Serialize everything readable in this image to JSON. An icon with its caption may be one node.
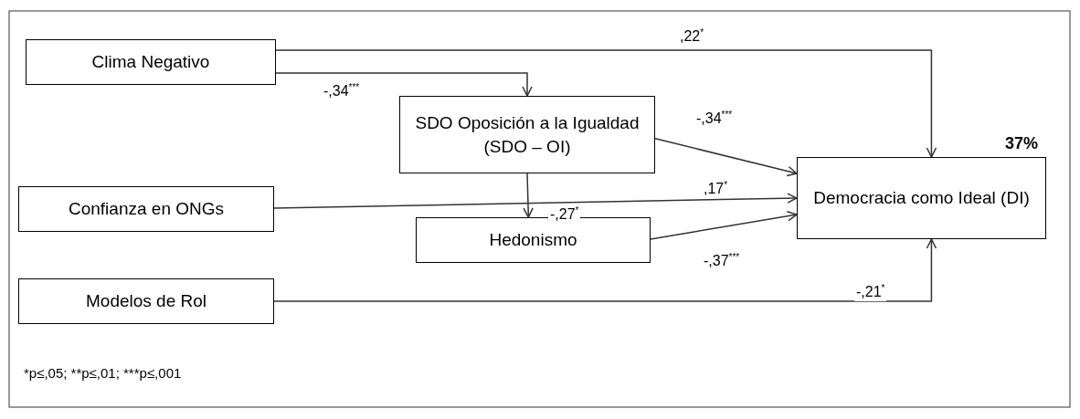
{
  "diagram": {
    "nodes": [
      {
        "text": [
          "Clima Negativo"
        ]
      },
      {
        "text": [
          "SDO Oposición a la Igualdad (SDO – OI)"
        ]
      },
      {
        "text": [
          "Confianza en ONGs"
        ]
      },
      {
        "text": [
          "Democracia como Ideal (DI)"
        ],
        "beside": [
          "37%"
        ]
      },
      {
        "text": [
          "Hedonismo"
        ]
      },
      {
        "text": [
          "Modelos de Rol"
        ]
      }
    ],
    "edges": [
      {
        "from": 0,
        "to": 3,
        "arrow": "to",
        "label": ",22$^{*}$"
      },
      {
        "from": 0,
        "to": 1,
        "arrow": "to",
        "label": "-,34$^{***}$"
      },
      {
        "from": 1,
        "to": 3,
        "arrow": "to",
        "label": "-,34$^{***}$"
      },
      {
        "from": 2,
        "to": 3,
        "arrow": "to",
        "label": ",17$^{*}$"
      },
      {
        "from": 1,
        "to": 4,
        "arrow": "to",
        "label": "-,27$^{*}$"
      },
      {
        "from": 4,
        "to": 3,
        "arrow": "to",
        "label": "-,37$^{***}$"
      },
      {
        "from": 5,
        "to": 3,
        "arrow": "to",
        "label": "-,21$^{*}$"
      }
    ],
    "labels": [
      "*p≤,05; **p≤,01; ***p≤,001"
    ]
  }
}
